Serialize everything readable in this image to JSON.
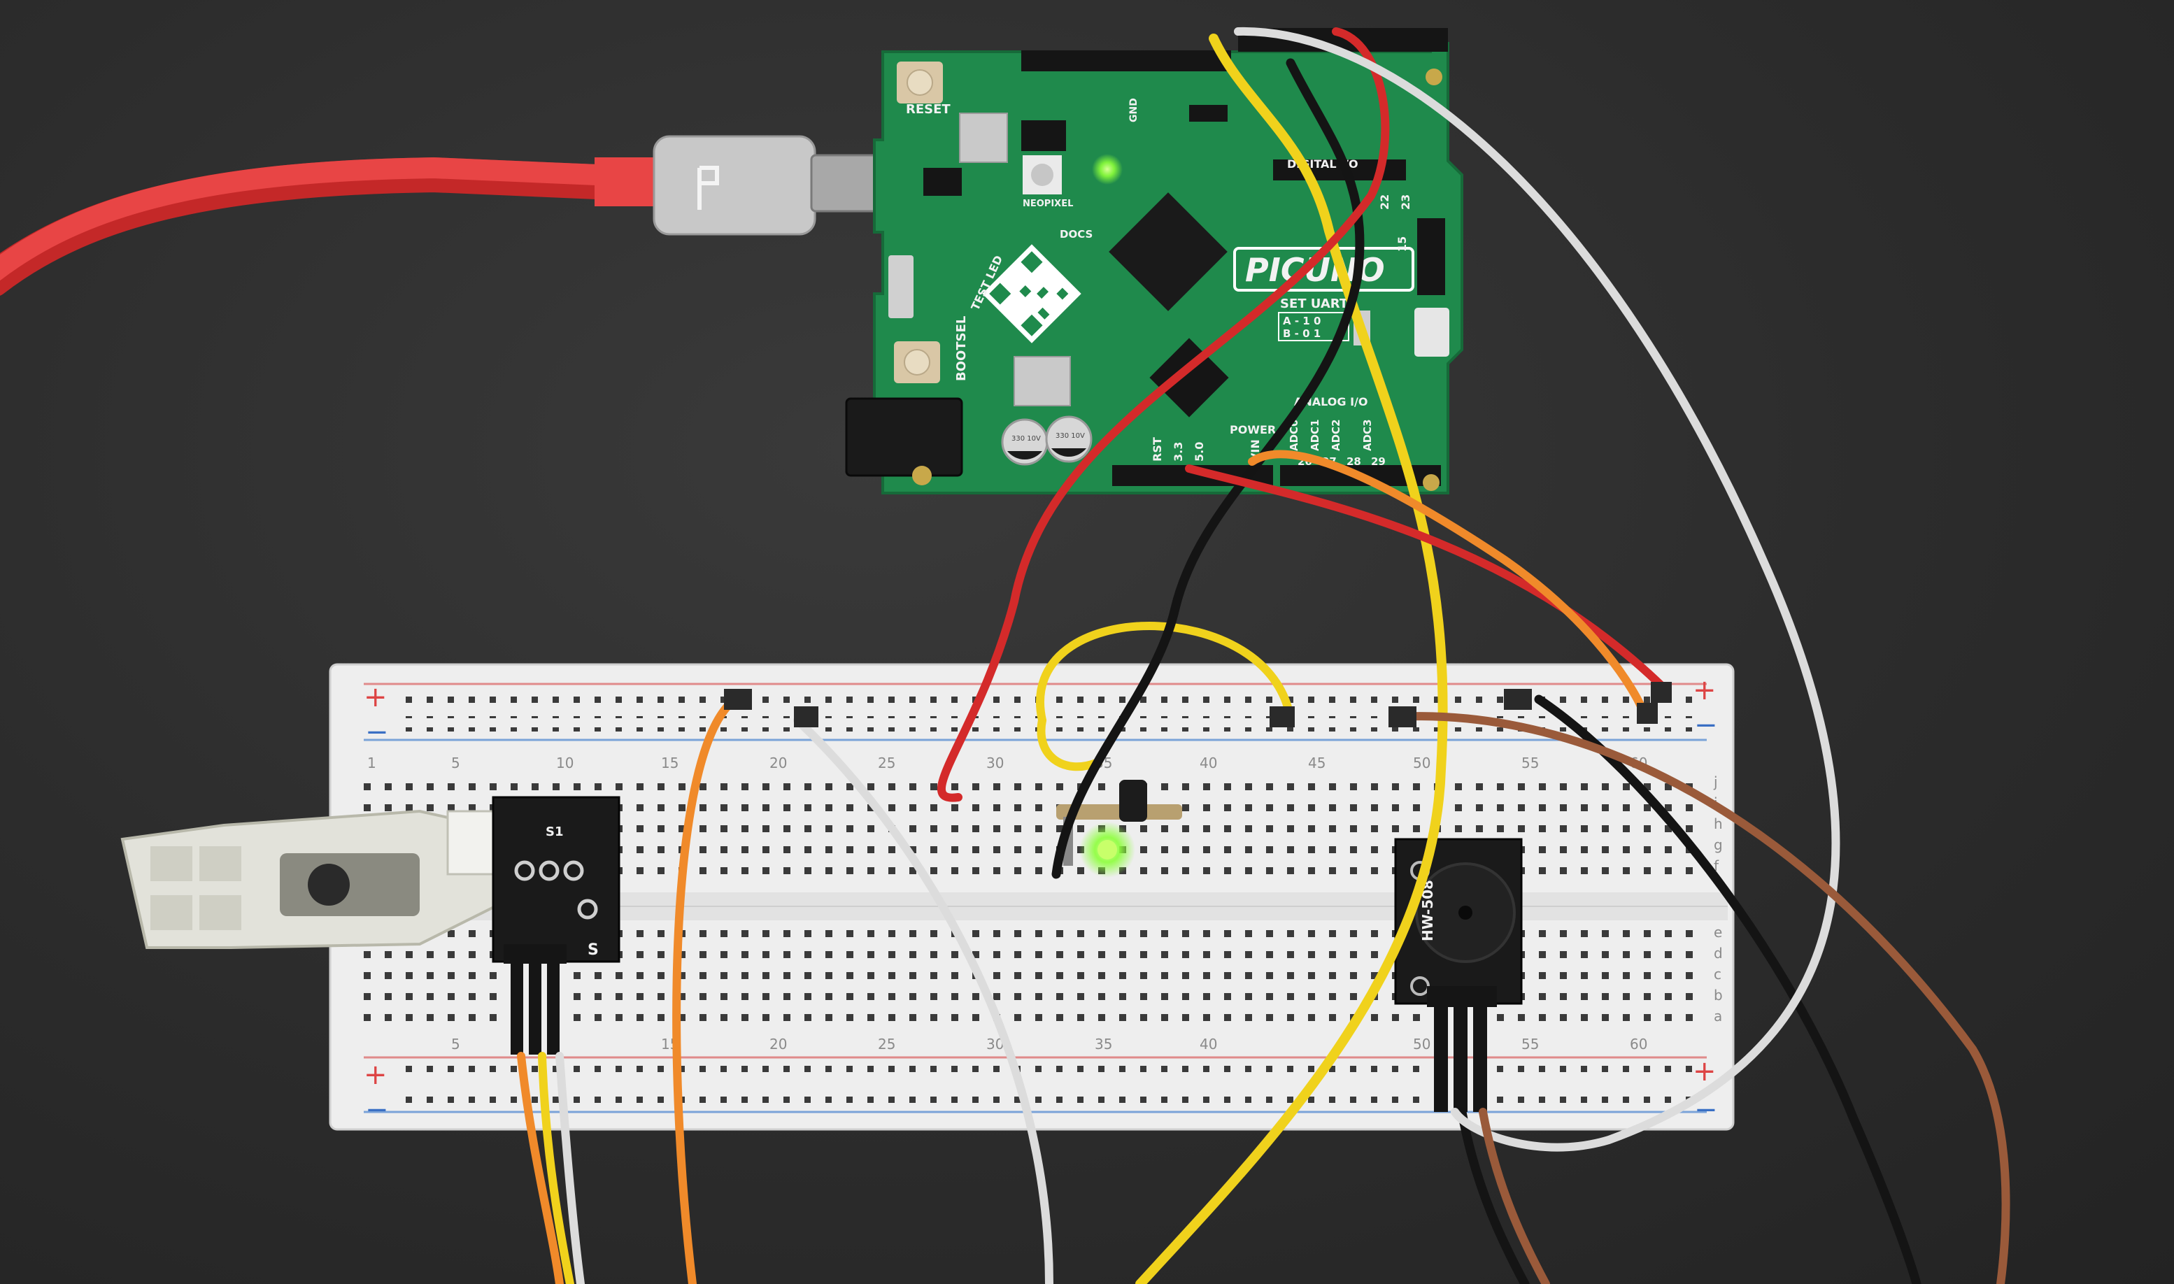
{
  "board": {
    "logo": "PICUNO",
    "reset_label": "RESET",
    "bootsel_label": "BOOTSEL",
    "neopixel_label": "NEOPIXEL",
    "docs_label": "DOCS",
    "test_led_label": "TEST LED",
    "digital_io_label": "DIGITAL I/O",
    "power_label": "POWER",
    "analog_io_label": "ANALOG I/O",
    "set_uart_label": "SET UART",
    "uart_a_label": "A - 1 0",
    "uart_b_label": "B - 0 1",
    "gnd_label": "GND",
    "pins": {
      "p22": "22",
      "p23": "23",
      "p15": "15",
      "adc0": "ADC0",
      "adc1": "ADC1",
      "adc2": "ADC2",
      "adc3": "ADC3",
      "p26": "26",
      "p27": "27",
      "p28": "28",
      "p29": "29",
      "v33": "3.3",
      "v50": "5.0",
      "vin": "VIN",
      "rst": "RST"
    }
  },
  "components": {
    "sensor_marking_s1": "S1",
    "sensor_marking_s": "S",
    "buzzer_label": "HW-508",
    "smd_cap_1": "330 10V",
    "smd_cap_2": "330 10V"
  },
  "breadboard": {
    "column_numbers": [
      "1",
      "5",
      "10",
      "15",
      "20",
      "25",
      "30",
      "35",
      "40",
      "45",
      "50",
      "55",
      "60"
    ],
    "row_letters_top": [
      "j",
      "i",
      "h",
      "g",
      "f"
    ],
    "row_letters_bottom": [
      "e",
      "d",
      "c",
      "b",
      "a"
    ],
    "rail_plus": "+",
    "rail_minus": "−"
  },
  "colors": {
    "background": "#2c2c2c",
    "pcb_green": "#1f8a4c",
    "usb_cable": "#e23b3b",
    "wire_yellow": "#f0d21c",
    "wire_white": "#dcdcdc",
    "wire_red": "#d42a2a",
    "wire_black": "#141414",
    "wire_orange": "#f08a2a",
    "wire_brown": "#9a5a3a",
    "led_green": "#8cff3a"
  }
}
